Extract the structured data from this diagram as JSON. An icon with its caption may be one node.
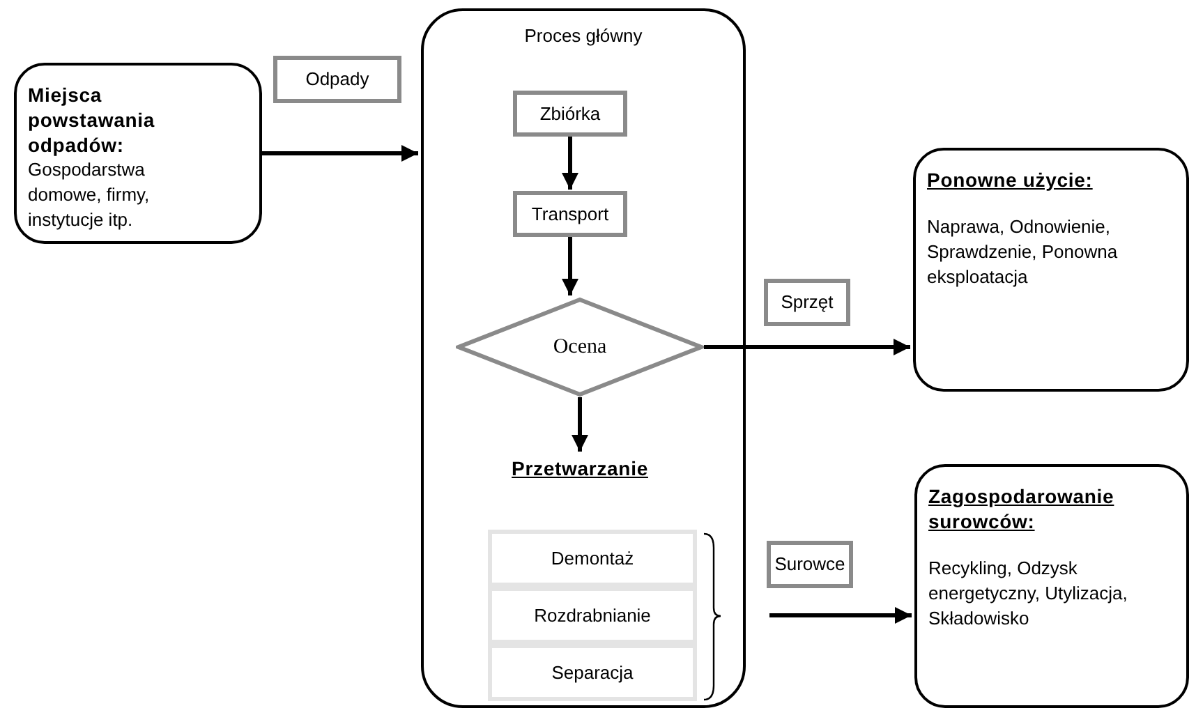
{
  "diagram": {
    "nodes": [
      {
        "text": [
          "Miejsca powstawania odpadów:",
          "Gospodarstwa domowe, firmy, instytucje itp."
        ]
      },
      {
        "text": [
          "Odpady"
        ]
      },
      {
        "text": [
          "Proces główny"
        ]
      },
      {
        "text": [
          "Zbiórka"
        ],
        "in": 2
      },
      {
        "text": [
          "Transport"
        ],
        "in": 2
      },
      {
        "text": [
          "Ocena"
        ],
        "in": 2
      },
      {
        "text": [
          "Przetwarzanie"
        ],
        "in": 2
      },
      {
        "text": [
          "Demontaż"
        ],
        "in": 2
      },
      {
        "text": [
          "Rozdrabnianie"
        ],
        "in": 2
      },
      {
        "text": [
          "Separacja"
        ],
        "in": 2
      },
      {
        "text": [
          "Sprzęt"
        ]
      },
      {
        "text": [
          "Ponowne użycie:",
          "Naprawa, Odnowienie, Sprawdzenie, Ponowna eksploatacja"
        ]
      },
      {
        "text": [
          "Surowce"
        ]
      },
      {
        "text": [
          "Zagospodarowanie surowców:",
          "Recykling, Odzysk energetyczny, Utylizacja, Składowisko"
        ]
      }
    ],
    "edges": [
      {
        "from": 0,
        "to": 2,
        "arrow": "to"
      },
      {
        "from": 3,
        "to": 4,
        "arrow": "to"
      },
      {
        "from": 4,
        "to": 5,
        "arrow": "to"
      },
      {
        "from": 5,
        "to": 6,
        "arrow": "to"
      },
      {
        "from": 5,
        "to": 11,
        "arrow": "to"
      },
      {
        "from": null,
        "to": 13,
        "arrow": "to"
      }
    ]
  }
}
